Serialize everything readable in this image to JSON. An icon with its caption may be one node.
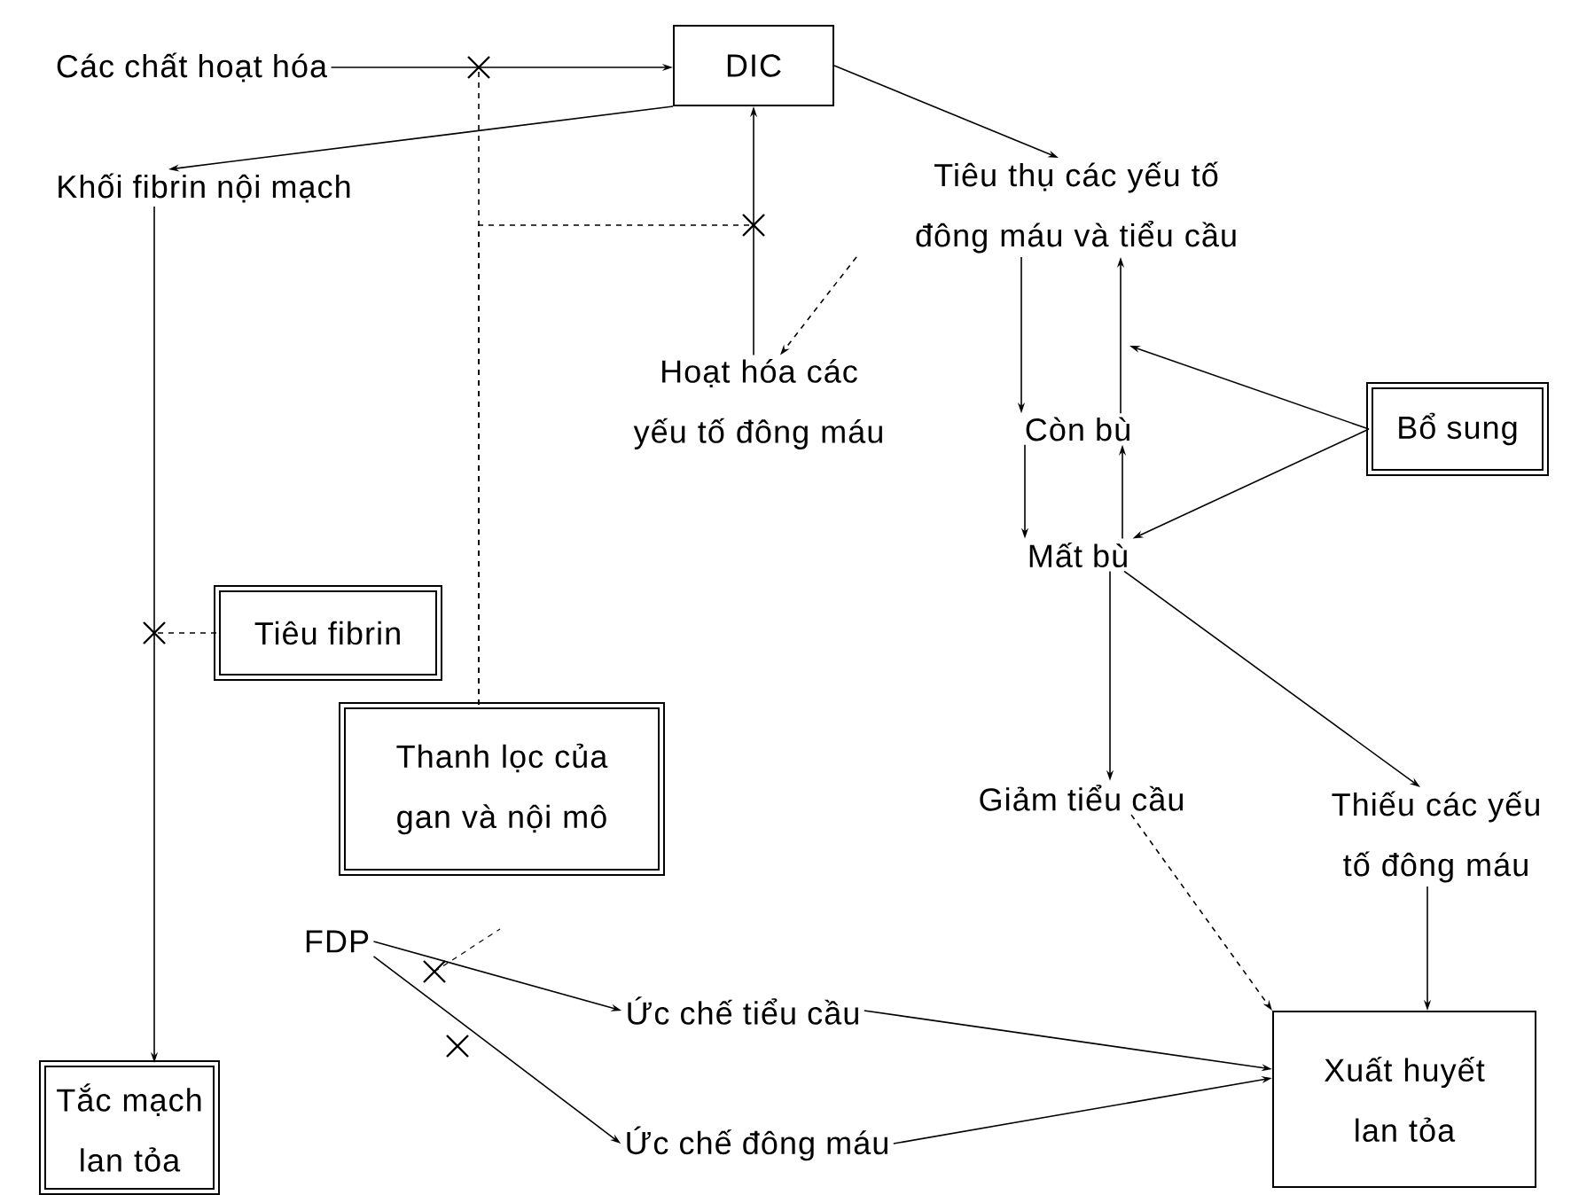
{
  "diagram": {
    "nodes": [
      {
        "text": [
          "Các chất hoạt hóa"
        ]
      },
      {
        "text": [
          "DIC"
        ]
      },
      {
        "text": [
          "Khối fibrin nội mạch"
        ]
      },
      {
        "text": [
          "Tiêu thụ các yếu tố đông máu và tiểu cầu"
        ]
      },
      {
        "text": [
          "Hoạt hóa các yếu tố đông máu"
        ]
      },
      {
        "text": [
          "Còn bù"
        ]
      },
      {
        "text": [
          "Bổ sung"
        ]
      },
      {
        "text": [
          "Mất bù"
        ]
      },
      {
        "text": [
          "Tiêu fibrin"
        ]
      },
      {
        "text": [
          "Giảm tiểu cầu"
        ]
      },
      {
        "text": [
          "Thiếu các yếu tố đông máu"
        ]
      },
      {
        "text": [
          "Thanh lọc của gan và nội mô"
        ]
      },
      {
        "text": [
          "FDP"
        ]
      },
      {
        "text": [
          "Ức chế tiểu cầu"
        ]
      },
      {
        "text": [
          "Tắc mạch lan tỏa"
        ]
      },
      {
        "text": [
          "Xuất huyết lan tỏa"
        ]
      },
      {
        "text": [
          "Ức chế đông máu"
        ]
      }
    ],
    "edges": [
      {
        "from": 0,
        "to": 1,
        "arrow": "to"
      },
      {
        "from": 1,
        "to": 2,
        "arrow": "to"
      },
      {
        "from": 1,
        "to": 3,
        "arrow": "to"
      },
      {
        "from": 4,
        "to": 1,
        "arrow": "to"
      },
      {
        "from": 3,
        "to": 4,
        "arrow": "to",
        "style": "dashed"
      },
      {
        "from": 3,
        "to": 5,
        "arrow": "to"
      },
      {
        "from": 5,
        "to": 3,
        "arrow": "to"
      },
      {
        "from": 6,
        "to": null,
        "arrow": "to"
      },
      {
        "from": 6,
        "to": 7,
        "arrow": "to"
      },
      {
        "from": 5,
        "to": 7,
        "arrow": "to"
      },
      {
        "from": 7,
        "to": 5,
        "arrow": "to"
      },
      {
        "from": 2,
        "to": 14,
        "arrow": "to"
      },
      {
        "from": 8,
        "to": null,
        "arrow": "none",
        "style": "dashed"
      },
      {
        "from": 11,
        "to": null,
        "arrow": "none",
        "style": "dashed"
      },
      {
        "from": 11,
        "to": null,
        "arrow": "none",
        "style": "dashed"
      },
      {
        "from": 7,
        "to": 9,
        "arrow": "to"
      },
      {
        "from": 7,
        "to": 10,
        "arrow": "to"
      },
      {
        "from": 12,
        "to": 13,
        "arrow": "to"
      },
      {
        "from": 12,
        "to": 16,
        "arrow": "to"
      },
      {
        "from": 9,
        "to": 15,
        "arrow": "to",
        "style": "dashed"
      },
      {
        "from": 10,
        "to": 15,
        "arrow": "to"
      },
      {
        "from": 13,
        "to": 15,
        "arrow": "to"
      },
      {
        "from": 16,
        "to": 15,
        "arrow": "to"
      }
    ]
  }
}
